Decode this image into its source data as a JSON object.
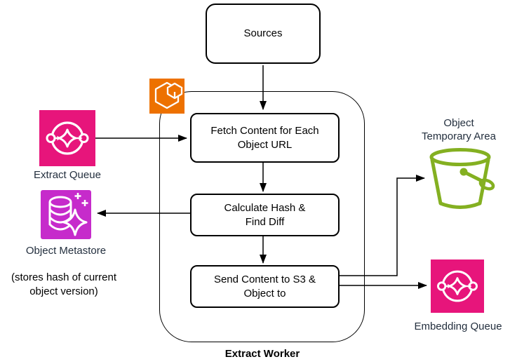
{
  "diagram": {
    "nodes": {
      "sources": {
        "label": "Sources"
      },
      "fetch": {
        "line1": "Fetch Content for Each",
        "line2": "Object URL"
      },
      "calc": {
        "line1": "Calculate Hash &",
        "line2": "Find Diff"
      },
      "send": {
        "line1": "Send Content to S3 &",
        "line2": "Object to"
      },
      "worker": {
        "label": "Extract Worker"
      }
    },
    "labels": {
      "extract_queue": {
        "label": "Extract Queue"
      },
      "metastore": {
        "label": "Object Metastore",
        "note_line1": "(stores hash of current",
        "note_line2": "object version)"
      },
      "temporary_area": {
        "line1": "Object",
        "line2": "Temporary Area"
      },
      "embedding_queue": {
        "label": "Embedding Queue"
      }
    },
    "colors": {
      "queue_pink": "#E7157B",
      "metastore_purple": "#C62BCB",
      "ecs_orange": "#ED7100",
      "bucket_green": "#84B021",
      "label_dark": "#232F3E",
      "line_black": "#000000"
    }
  }
}
